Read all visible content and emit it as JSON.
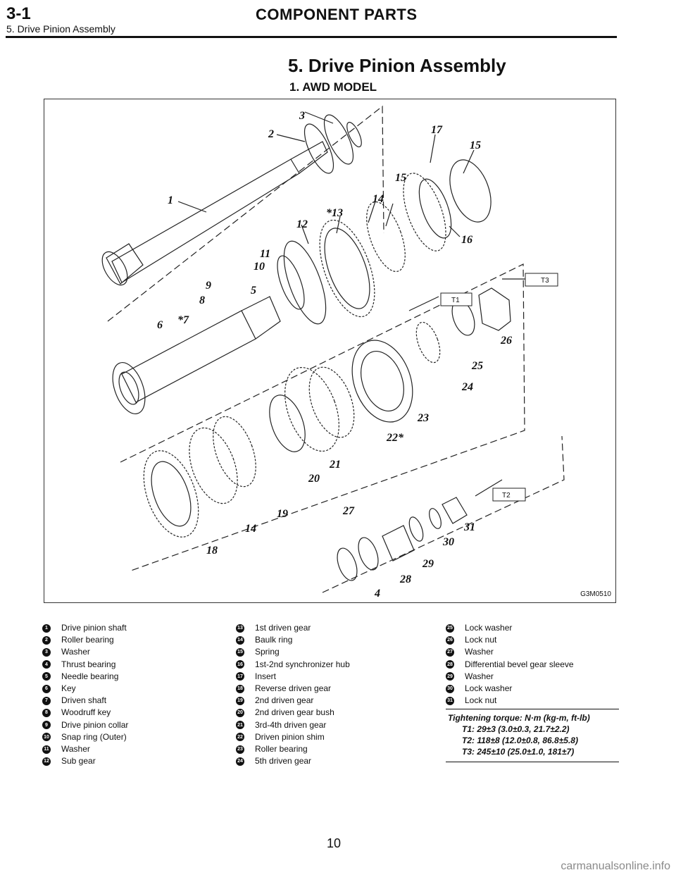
{
  "header": {
    "section": "3-1",
    "title": "COMPONENT PARTS",
    "subtitle": "5. Drive Pinion Assembly"
  },
  "heading": {
    "main": "5. Drive Pinion Assembly",
    "sub": "1. AWD MODEL"
  },
  "figure": {
    "code": "G3M0510",
    "torque_tags": [
      "T1",
      "T2",
      "T3"
    ],
    "callouts": [
      "1",
      "2",
      "3",
      "4",
      "5",
      "6",
      "*7",
      "8",
      "9",
      "10",
      "11",
      "12",
      "*13",
      "14",
      "15",
      "15",
      "16",
      "17",
      "18",
      "19",
      "20",
      "21",
      "22*",
      "23",
      "24",
      "25",
      "26",
      "27",
      "28",
      "29",
      "30",
      "31",
      "14"
    ]
  },
  "legend": {
    "col1": [
      {
        "n": "1",
        "label": "Drive pinion shaft"
      },
      {
        "n": "2",
        "label": "Roller bearing"
      },
      {
        "n": "3",
        "label": "Washer"
      },
      {
        "n": "4",
        "label": "Thrust bearing"
      },
      {
        "n": "5",
        "label": "Needle bearing"
      },
      {
        "n": "6",
        "label": "Key"
      },
      {
        "n": "7",
        "label": "Driven shaft"
      },
      {
        "n": "8",
        "label": "Woodruff key"
      },
      {
        "n": "9",
        "label": "Drive pinion collar"
      },
      {
        "n": "10",
        "label": "Snap ring (Outer)"
      },
      {
        "n": "11",
        "label": "Washer"
      },
      {
        "n": "12",
        "label": "Sub gear"
      }
    ],
    "col2": [
      {
        "n": "13",
        "label": "1st driven gear"
      },
      {
        "n": "14",
        "label": "Baulk ring"
      },
      {
        "n": "15",
        "label": "Spring"
      },
      {
        "n": "16",
        "label": "1st-2nd synchronizer hub"
      },
      {
        "n": "17",
        "label": "Insert"
      },
      {
        "n": "18",
        "label": "Reverse driven gear"
      },
      {
        "n": "19",
        "label": "2nd driven gear"
      },
      {
        "n": "20",
        "label": "2nd driven gear bush"
      },
      {
        "n": "21",
        "label": "3rd-4th driven gear"
      },
      {
        "n": "22",
        "label": "Driven pinion shim"
      },
      {
        "n": "23",
        "label": "Roller bearing"
      },
      {
        "n": "24",
        "label": "5th driven gear"
      }
    ],
    "col3": [
      {
        "n": "25",
        "label": "Lock washer"
      },
      {
        "n": "26",
        "label": "Lock nut"
      },
      {
        "n": "27",
        "label": "Washer"
      },
      {
        "n": "28",
        "label": "Differential bevel gear sleeve"
      },
      {
        "n": "29",
        "label": "Washer"
      },
      {
        "n": "30",
        "label": "Lock washer"
      },
      {
        "n": "31",
        "label": "Lock nut"
      }
    ]
  },
  "torque": {
    "title": "Tightening torque: N·m (kg-m, ft-lb)",
    "t1": "T1: 29±3 (3.0±0.3, 21.7±2.2)",
    "t2": "T2: 118±8 (12.0±0.8, 86.8±5.8)",
    "t3": "T3: 245±10 (25.0±1.0, 181±7)"
  },
  "page_number": "10",
  "watermark": "carmanualsonline.info"
}
